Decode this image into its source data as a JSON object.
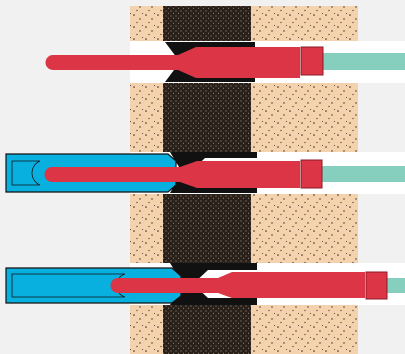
{
  "colors": {
    "background": "#f1f1f1",
    "sand": "#f4d2ae",
    "sand_dots": "#3a2a1a",
    "dark_core": "#2a201a",
    "dark_core_dots": "#cfc2b2",
    "bore_white": "#ffffff",
    "rod_red": "#db3546",
    "teal_pipe": "#86cfbf",
    "blue_pipe": "#08b0e0",
    "outline": "#111111",
    "dark_red": "#8a1b26"
  },
  "diagram": {
    "stages": [
      {
        "name": "stage-1",
        "blue_pipe": "none"
      },
      {
        "name": "stage-2",
        "blue_pipe": "partial"
      },
      {
        "name": "stage-3",
        "blue_pipe": "full"
      }
    ]
  }
}
